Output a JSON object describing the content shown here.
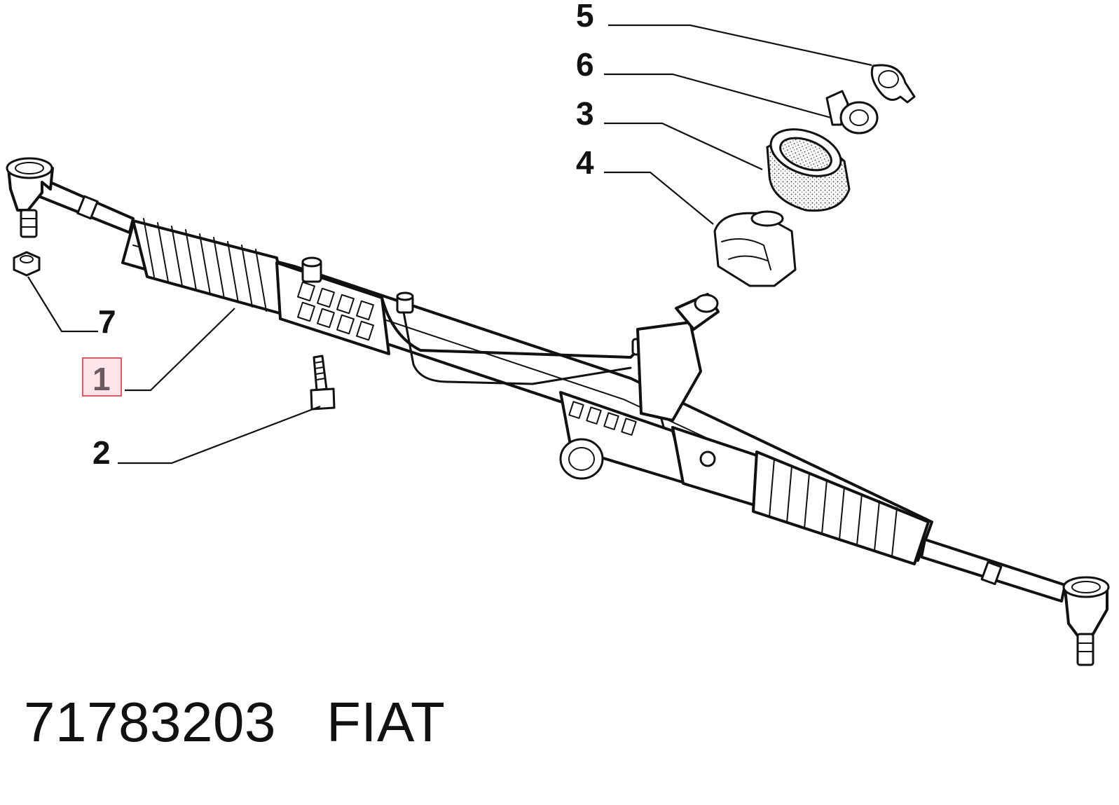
{
  "callouts": [
    {
      "id": "1",
      "label": "1",
      "highlighted": true
    },
    {
      "id": "2",
      "label": "2",
      "highlighted": false
    },
    {
      "id": "3",
      "label": "3",
      "highlighted": false
    },
    {
      "id": "4",
      "label": "4",
      "highlighted": false
    },
    {
      "id": "5",
      "label": "5",
      "highlighted": false
    },
    {
      "id": "6",
      "label": "6",
      "highlighted": false
    },
    {
      "id": "7",
      "label": "7",
      "highlighted": false
    }
  ],
  "footer": {
    "part_number": "71783203",
    "brand": "FIAT"
  },
  "colors": {
    "highlight_border": "#e05a6a",
    "highlight_fill": "#fde4e8",
    "line": "#111111"
  }
}
